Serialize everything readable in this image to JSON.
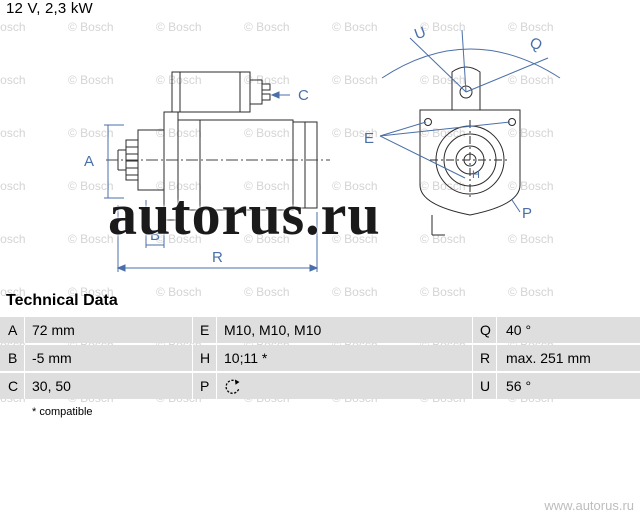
{
  "title": "12 V, 2,3 kW",
  "watermark": {
    "brand": "© Bosch",
    "overlay": "autorus.ru",
    "footer": "www.autorus.ru"
  },
  "drawing": {
    "dim_labels": {
      "A": "A",
      "B": "B",
      "C": "C",
      "R": "R",
      "E": "E",
      "H": "H",
      "P": "P",
      "Q": "Q",
      "U": "U"
    }
  },
  "technical_data": {
    "heading": "Technical Data",
    "rows": [
      {
        "k1": "A",
        "v1": "72 mm",
        "k2": "E",
        "v2": "M10, M10, M10",
        "k3": "Q",
        "v3": "40 °"
      },
      {
        "k1": "B",
        "v1": "-5 mm",
        "k2": "H",
        "v2": "10;11 *",
        "k3": "R",
        "v3": "max. 251 mm"
      },
      {
        "k1": "C",
        "v1": "30, 50",
        "k2": "P",
        "v2": "",
        "k3": "U",
        "v3": "56 °"
      }
    ],
    "rotation_icon": "counterclockwise-rotation-icon",
    "footnote": "* compatible"
  }
}
